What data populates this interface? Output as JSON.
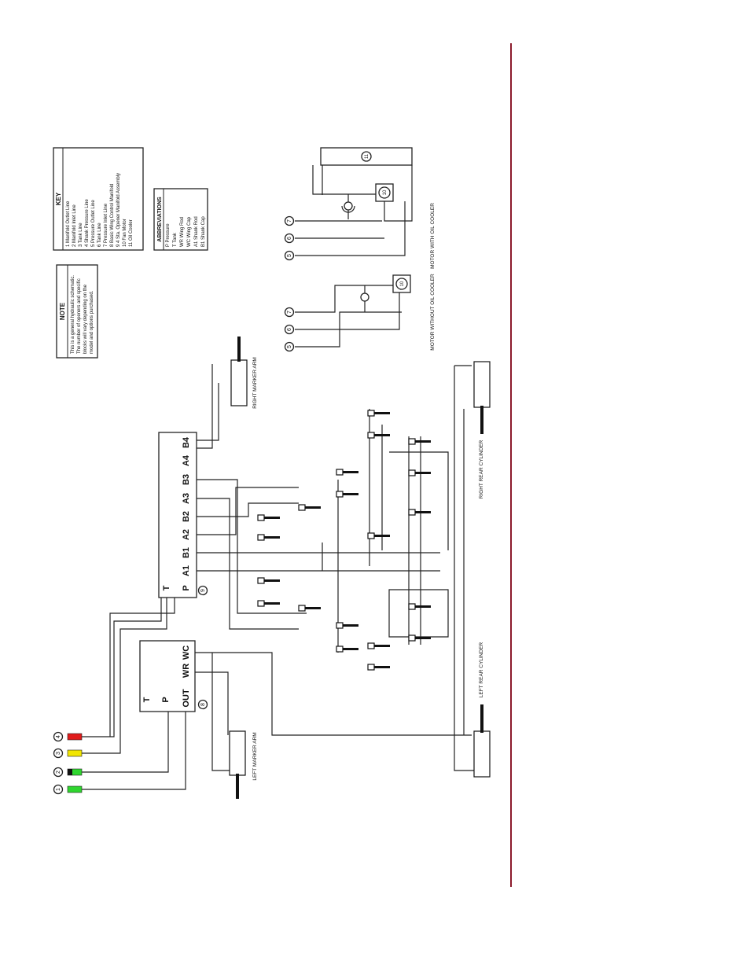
{
  "note": {
    "title": "NOTE",
    "lines": [
      "This is a general hydraulic schematic.",
      "The number of openers and specific",
      "blocks will vary depending on the",
      "model and options purchased."
    ]
  },
  "key": {
    "title": "KEY",
    "items": [
      "1  Manifold Outlet Line",
      "2  Manifold Inlet Line",
      "3  Tank Line",
      "4  Shank Pressure Line",
      "5  Pressure Outlet Line",
      "6  Tank Line",
      "7  Pressure Inlet Line",
      "8  Basic Wing Control Manifold",
      "9  4 Sta. Opener Manifold Assembly",
      "10 Fan Motor",
      "11 Oil Cooler"
    ]
  },
  "abbreviations": {
    "title": "ABBREVIATIONS",
    "items": [
      "P   Pressure",
      "T   Tank",
      "WR  Wing Rod",
      "WC  Wing Cap",
      "A1  Shank Rod",
      "B1  Shank Cap"
    ]
  },
  "labels": {
    "motor_without": "MOTOR WITHOUT OIL COOLER",
    "motor_with": "MOTOR WITH OIL COOLER",
    "right_marker": "RIGHT MARKER ARM",
    "left_marker": "LEFT MARKER ARM",
    "right_rear": "RIGHT REAR CYLINDER",
    "left_rear": "LEFT REAR CYLINDER"
  },
  "manifold9": {
    "ports": [
      "P",
      "T",
      "A1",
      "B1",
      "A2",
      "B2",
      "A3",
      "B3",
      "A4",
      "B4"
    ],
    "num": "9"
  },
  "manifold8": {
    "ports": [
      "T",
      "P",
      "OUT",
      "WR",
      "WC"
    ],
    "num": "8"
  },
  "callouts": {
    "c1": "1",
    "c2": "2",
    "c3": "3",
    "c4": "4",
    "c5": "5",
    "c6": "6",
    "c7": "7",
    "c10": "10",
    "c11": "11"
  },
  "colors": {
    "frame_rule": "#8b1a2b",
    "line1": "#2fd62f",
    "line2": "#2fd62f",
    "line3": "#f2e600",
    "line4": "#e01b1b"
  }
}
